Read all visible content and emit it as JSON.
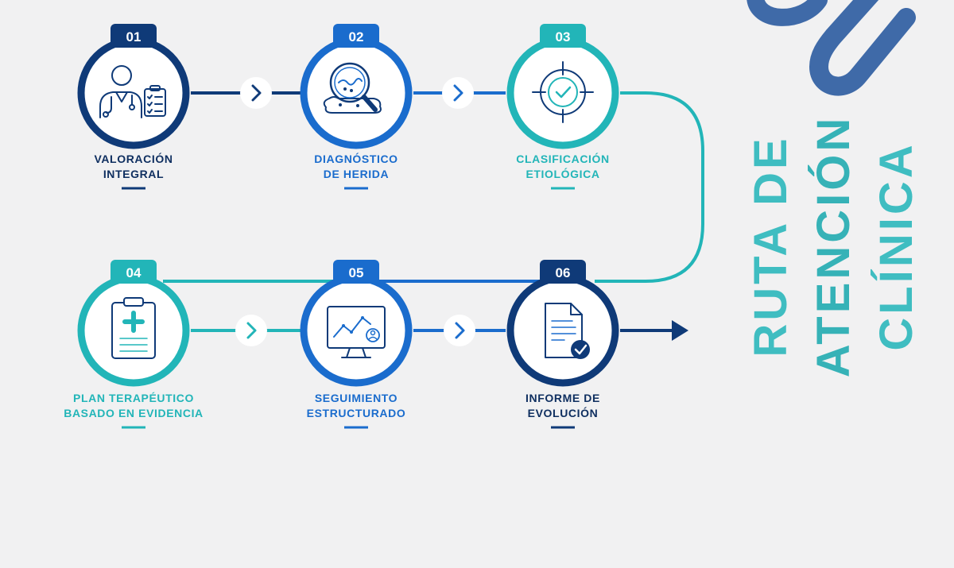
{
  "title": {
    "lines": [
      "RUTA DE",
      "ATENCIÓN",
      "CLÍNICA"
    ],
    "colors": [
      "#3fbdc1",
      "#36b2b7",
      "#3fbdc1"
    ]
  },
  "colors": {
    "navy": "#0f3a78",
    "blue": "#1a6ccd",
    "teal": "#22b5b8",
    "background": "#f1f1f2",
    "link_decoration": "#3f6aa8"
  },
  "steps": [
    {
      "number": "01",
      "label_lines": [
        "VALORACIÓN",
        "INTEGRAL"
      ],
      "icon": "doctor-clipboard-icon",
      "color": "#0f3a78",
      "label_color": "#0f2f60"
    },
    {
      "number": "02",
      "label_lines": [
        "DIAGNÓSTICO",
        "DE HERIDA"
      ],
      "icon": "wound-magnifier-icon",
      "color": "#1a6ccd",
      "label_color": "#1a6ccd"
    },
    {
      "number": "03",
      "label_lines": [
        "CLASIFICACIÓN",
        "ETIOLÓGICA"
      ],
      "icon": "target-check-icon",
      "color": "#22b5b8",
      "label_color": "#22b5b8"
    },
    {
      "number": "04",
      "label_lines": [
        "PLAN TERAPÉUTICO",
        "BASADO EN EVIDENCIA"
      ],
      "icon": "clipboard-plus-icon",
      "color": "#22b5b8",
      "label_color": "#22b5b8"
    },
    {
      "number": "05",
      "label_lines": [
        "SEGUIMIENTO",
        "ESTRUCTURADO"
      ],
      "icon": "monitor-chart-icon",
      "color": "#1a6ccd",
      "label_color": "#1a6ccd"
    },
    {
      "number": "06",
      "label_lines": [
        "INFORME DE",
        "EVOLUCIÓN"
      ],
      "icon": "document-check-icon",
      "color": "#0f3a78",
      "label_color": "#0f2f60"
    }
  ],
  "connectors": [
    {
      "from": "01",
      "to": "02",
      "icon": "chevron-right-icon",
      "color": "#0f3a78"
    },
    {
      "from": "02",
      "to": "03",
      "icon": "chevron-right-icon",
      "color": "#1a6ccd"
    },
    {
      "from": "04",
      "to": "05",
      "icon": "chevron-right-icon",
      "color": "#22b5b8"
    },
    {
      "from": "05",
      "to": "06",
      "icon": "chevron-right-icon",
      "color": "#1a6ccd"
    }
  ],
  "end_arrow": {
    "icon": "arrow-right-icon",
    "color": "#0f3a78"
  }
}
